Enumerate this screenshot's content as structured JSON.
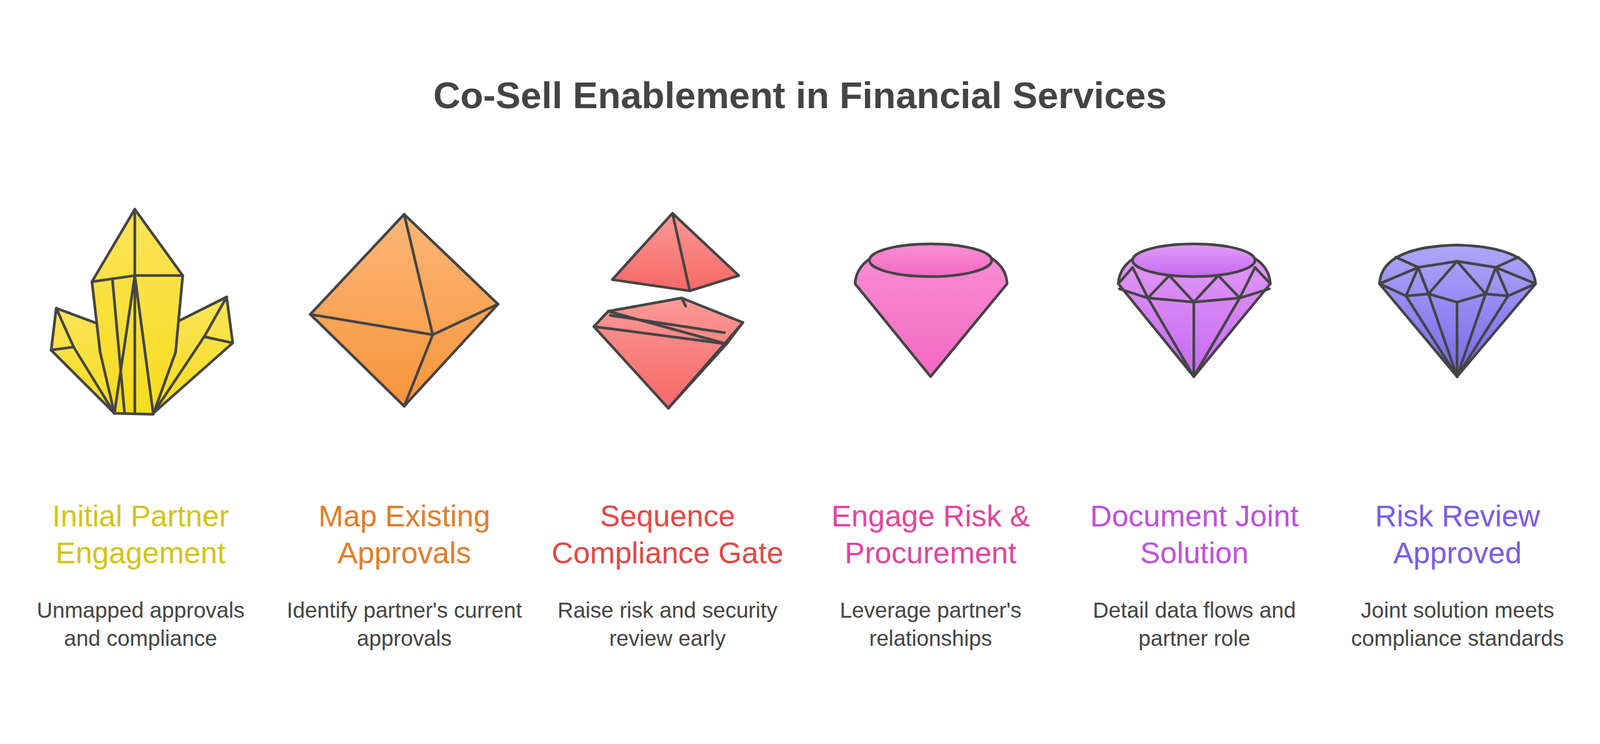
{
  "diagram": {
    "title": "Co-Sell Enablement in Financial Services",
    "nodes": [
      {
        "text": [
          "Initial Partner Engagement",
          "Unmapped approvals and compliance"
        ]
      },
      {
        "text": [
          "Map Existing Approvals",
          "Identify partner's current approvals"
        ]
      },
      {
        "text": [
          "Sequence Compliance Gate",
          "Raise risk and security review early"
        ]
      },
      {
        "text": [
          "Engage Risk & Procurement",
          "Leverage partner's relationships"
        ]
      },
      {
        "text": [
          "Document Joint Solution",
          "Detail data flows and partner role"
        ]
      },
      {
        "text": [
          "Risk Review Approved",
          "Joint solution meets compliance standards"
        ]
      }
    ]
  }
}
